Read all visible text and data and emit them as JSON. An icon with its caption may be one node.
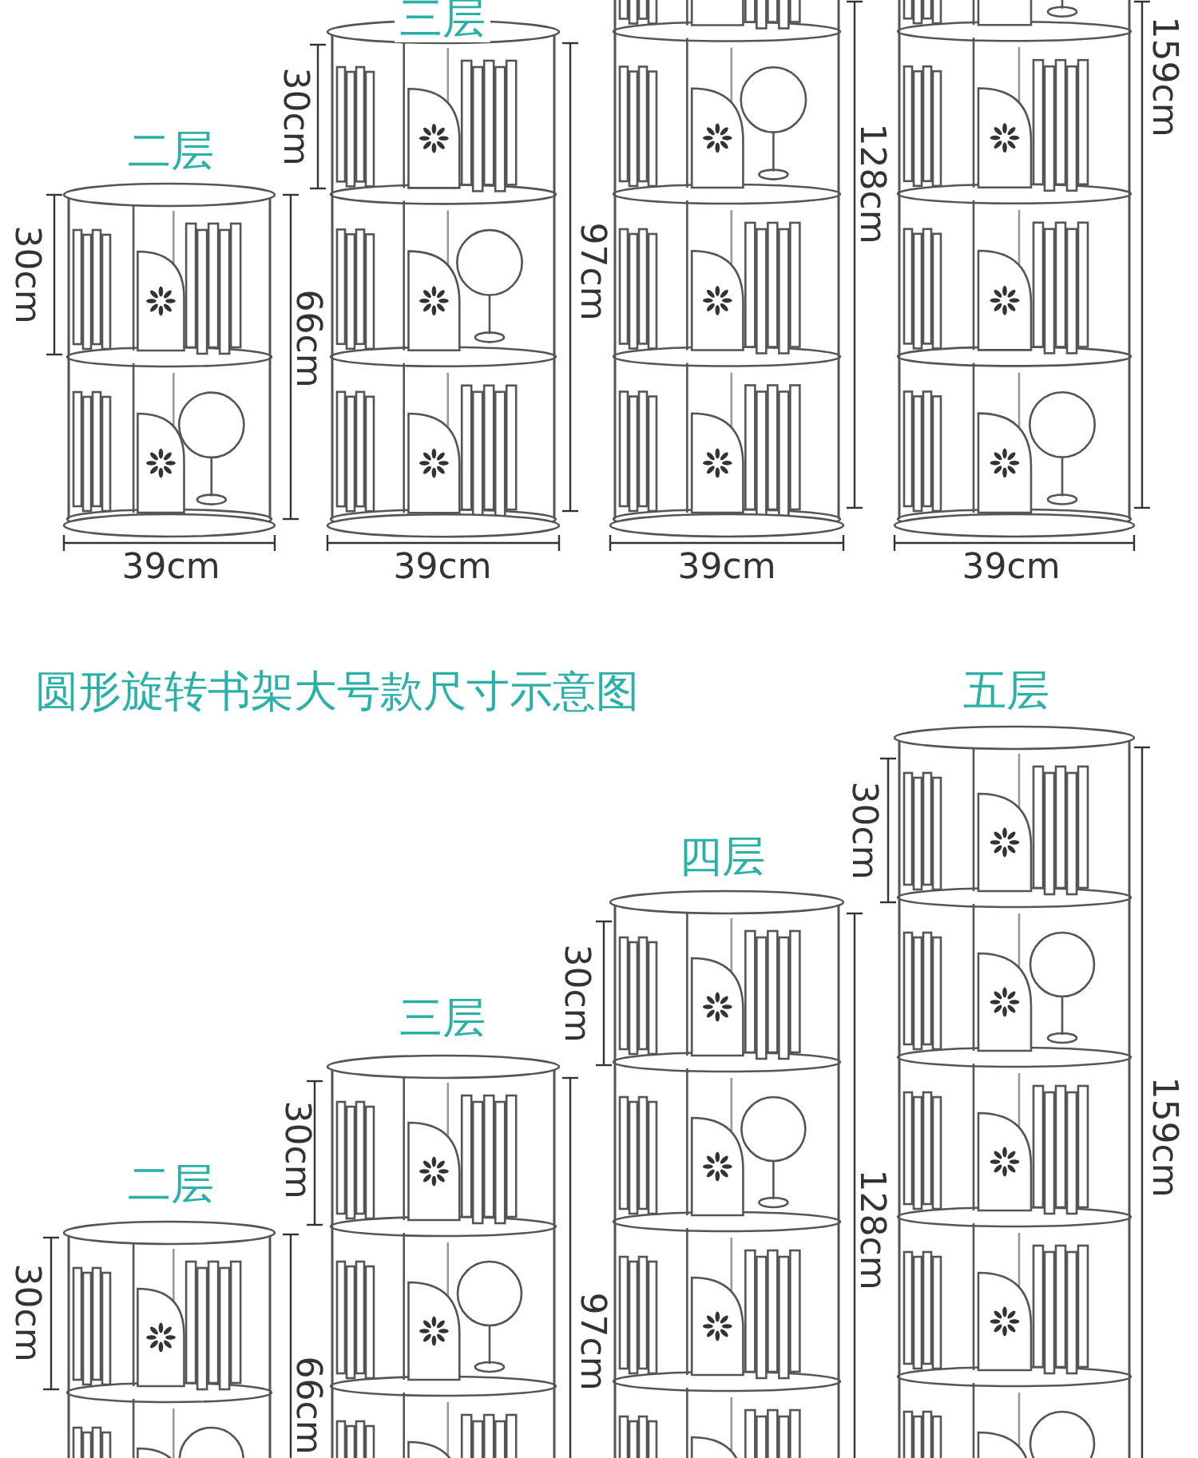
{
  "diagram": {
    "title": "圆形旋转书架大号款尺寸示意图",
    "labels": [
      "三层",
      "二层",
      "30cm",
      "30cm",
      "66cm",
      "97cm",
      "128cm",
      "159cm",
      "39cm",
      "39cm",
      "39cm",
      "39cm",
      "五层",
      "30cm",
      "四层",
      "30cm",
      "三层",
      "30cm",
      "159cm",
      "二层",
      "128cm",
      "30cm",
      "97cm",
      "66cm"
    ]
  }
}
